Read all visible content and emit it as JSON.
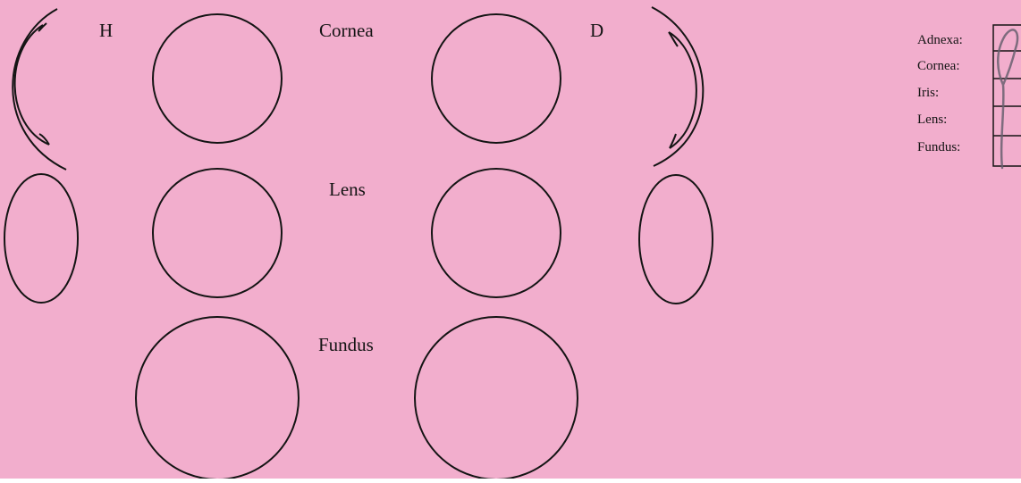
{
  "paper_color": "#f2aecd",
  "ink_color": "#141414",
  "labels": {
    "left_eye": "H",
    "right_eye": "D",
    "cornea": "Cornea",
    "lens": "Lens",
    "fundus": "Fundus"
  },
  "checklist": {
    "items": [
      {
        "label": "Adnexa:"
      },
      {
        "label": "Cornea:"
      },
      {
        "label": "Iris:"
      },
      {
        "label": "Lens:"
      },
      {
        "label": "Fundus:"
      }
    ]
  }
}
